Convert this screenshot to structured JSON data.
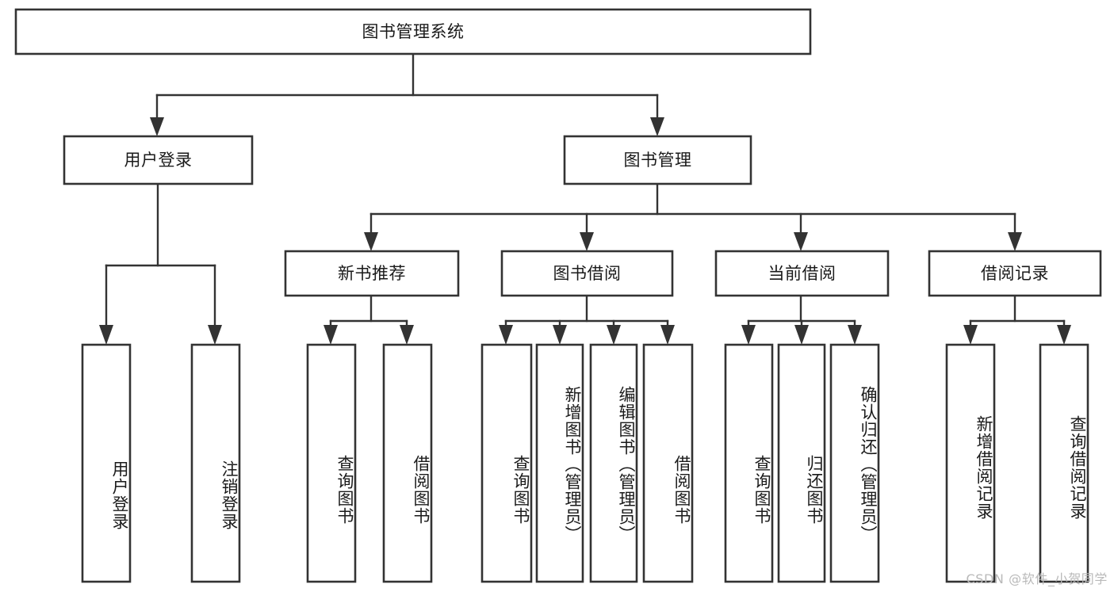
{
  "diagram": {
    "type": "tree-hierarchy-diagram",
    "title": "图书管理系统",
    "watermark": "CSDN @软件_小贺同学",
    "colors": {
      "stroke": "#333333",
      "fill": "#ffffff",
      "text": "#1a1a1a",
      "watermark": "#b9b9b9"
    },
    "levels": {
      "root": "图书管理系统",
      "level2": [
        "用户登录",
        "图书管理"
      ],
      "level3": [
        "新书推荐",
        "图书借阅",
        "当前借阅",
        "借阅记录"
      ]
    },
    "nodes": {
      "root": {
        "label": "图书管理系统",
        "orientation": "horizontal"
      },
      "user_login": {
        "label": "用户登录",
        "orientation": "horizontal"
      },
      "book_manage": {
        "label": "图书管理",
        "orientation": "horizontal"
      },
      "new_book_rec": {
        "label": "新书推荐",
        "orientation": "horizontal"
      },
      "book_borrow": {
        "label": "图书借阅",
        "orientation": "horizontal"
      },
      "current_borrow": {
        "label": "当前借阅",
        "orientation": "horizontal"
      },
      "borrow_record": {
        "label": "借阅记录",
        "orientation": "horizontal"
      },
      "leaf_user_login": {
        "label": "用户登录",
        "orientation": "vertical"
      },
      "leaf_logout": {
        "label": "注销登录",
        "orientation": "vertical"
      },
      "leaf_query_book_1": {
        "label": "查询图书",
        "orientation": "vertical"
      },
      "leaf_borrow_book_1": {
        "label": "借阅图书",
        "orientation": "vertical"
      },
      "leaf_query_book_2": {
        "label": "查询图书",
        "orientation": "vertical"
      },
      "leaf_add_book": {
        "label": "新增图书（管理员）",
        "orientation": "vertical"
      },
      "leaf_edit_book": {
        "label": "编辑图书（管理员）",
        "orientation": "vertical"
      },
      "leaf_borrow_book_2": {
        "label": "借阅图书",
        "orientation": "vertical"
      },
      "leaf_query_book_3": {
        "label": "查询图书",
        "orientation": "vertical"
      },
      "leaf_return_book": {
        "label": "归还图书",
        "orientation": "vertical"
      },
      "leaf_confirm_return": {
        "label": "确认归还（管理员）",
        "orientation": "vertical"
      },
      "leaf_add_record": {
        "label": "新增借阅记录",
        "orientation": "vertical"
      },
      "leaf_query_record": {
        "label": "查询借阅记录",
        "orientation": "vertical"
      }
    },
    "edges": [
      {
        "from": "root",
        "to": "user_login"
      },
      {
        "from": "root",
        "to": "book_manage"
      },
      {
        "from": "user_login",
        "to": "leaf_user_login"
      },
      {
        "from": "user_login",
        "to": "leaf_logout"
      },
      {
        "from": "book_manage",
        "to": "new_book_rec"
      },
      {
        "from": "book_manage",
        "to": "book_borrow"
      },
      {
        "from": "book_manage",
        "to": "current_borrow"
      },
      {
        "from": "book_manage",
        "to": "borrow_record"
      },
      {
        "from": "new_book_rec",
        "to": "leaf_query_book_1"
      },
      {
        "from": "new_book_rec",
        "to": "leaf_borrow_book_1"
      },
      {
        "from": "book_borrow",
        "to": "leaf_query_book_2"
      },
      {
        "from": "book_borrow",
        "to": "leaf_add_book"
      },
      {
        "from": "book_borrow",
        "to": "leaf_edit_book"
      },
      {
        "from": "book_borrow",
        "to": "leaf_borrow_book_2"
      },
      {
        "from": "current_borrow",
        "to": "leaf_query_book_3"
      },
      {
        "from": "current_borrow",
        "to": "leaf_return_book"
      },
      {
        "from": "current_borrow",
        "to": "leaf_confirm_return"
      },
      {
        "from": "borrow_record",
        "to": "leaf_add_record"
      },
      {
        "from": "borrow_record",
        "to": "leaf_query_record"
      }
    ]
  }
}
